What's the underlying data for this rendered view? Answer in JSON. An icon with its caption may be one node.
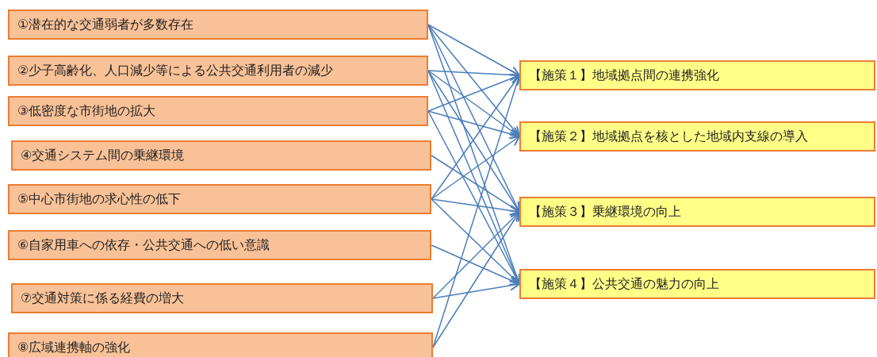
{
  "diagram": {
    "nodes": [
      {
        "text": [
          "①潜在的な交通弱者が多数存在"
        ]
      },
      {
        "text": [
          "②少子高齢化、人口減少等による公共交通利用者の減少"
        ]
      },
      {
        "text": [
          "③低密度な市街地の拡大"
        ]
      },
      {
        "text": [
          "④交通システム間の乗継環境"
        ]
      },
      {
        "text": [
          "⑤中心市街地の求心性の低下"
        ]
      },
      {
        "text": [
          "⑥自家用車への依存・公共交通への低い意識"
        ]
      },
      {
        "text": [
          "⑦交通対策に係る経費の増大"
        ]
      },
      {
        "text": [
          "⑧広域連携軸の強化"
        ]
      },
      {
        "text": [
          "【施策１】地域拠点間の連携強化"
        ]
      },
      {
        "text": [
          "【施策２】地域拠点を核とした地域内支線の導入"
        ]
      },
      {
        "text": [
          "【施策３】乗継環境の向上"
        ]
      },
      {
        "text": [
          "【施策４】公共交通の魅力の向上"
        ]
      }
    ],
    "edges": [
      {
        "from": 0,
        "to": 8,
        "arrow": "to"
      },
      {
        "from": 0,
        "to": 9,
        "arrow": "to"
      },
      {
        "from": 0,
        "to": 10,
        "arrow": "to"
      },
      {
        "from": 0,
        "to": 11,
        "arrow": "to"
      },
      {
        "from": 1,
        "to": 8,
        "arrow": "to"
      },
      {
        "from": 1,
        "to": 9,
        "arrow": "to"
      },
      {
        "from": 1,
        "to": 10,
        "arrow": "to"
      },
      {
        "from": 1,
        "to": 11,
        "arrow": "to"
      },
      {
        "from": 2,
        "to": 8,
        "arrow": "to"
      },
      {
        "from": 2,
        "to": 9,
        "arrow": "to"
      },
      {
        "from": 2,
        "to": 11,
        "arrow": "to"
      },
      {
        "from": 3,
        "to": 10,
        "arrow": "to"
      },
      {
        "from": 4,
        "to": 8,
        "arrow": "to"
      },
      {
        "from": 4,
        "to": 9,
        "arrow": "to"
      },
      {
        "from": 4,
        "to": 10,
        "arrow": "to"
      },
      {
        "from": 4,
        "to": 11,
        "arrow": "to"
      },
      {
        "from": 5,
        "to": 11,
        "arrow": "to"
      },
      {
        "from": 6,
        "to": 10,
        "arrow": "to"
      },
      {
        "from": 6,
        "to": 11,
        "arrow": "to"
      },
      {
        "from": 7,
        "to": 8,
        "arrow": "to"
      },
      {
        "from": 7,
        "to": 10,
        "arrow": "to"
      }
    ]
  }
}
